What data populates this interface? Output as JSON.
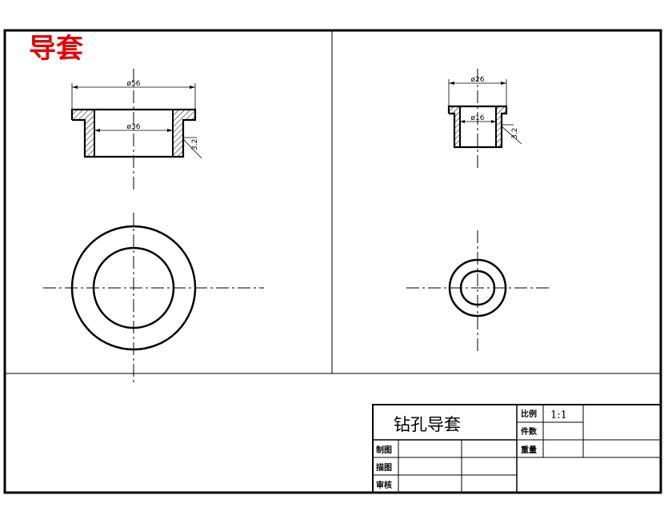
{
  "drawing_title": "导套",
  "left_view": {
    "dim_outer": "ø56",
    "dim_inner": "ø36",
    "dim_wall": "3.2"
  },
  "right_view": {
    "dim_outer": "ø26",
    "dim_inner": "ø16",
    "dim_wall": "3.2"
  },
  "title_block": {
    "part_name": "钻孔导套",
    "scale_label": "比例",
    "scale_value": "1:1",
    "quantity_label": "件数",
    "weight_label": "重量",
    "drawn_label": "制图",
    "traced_label": "描图",
    "checked_label": "审核"
  }
}
